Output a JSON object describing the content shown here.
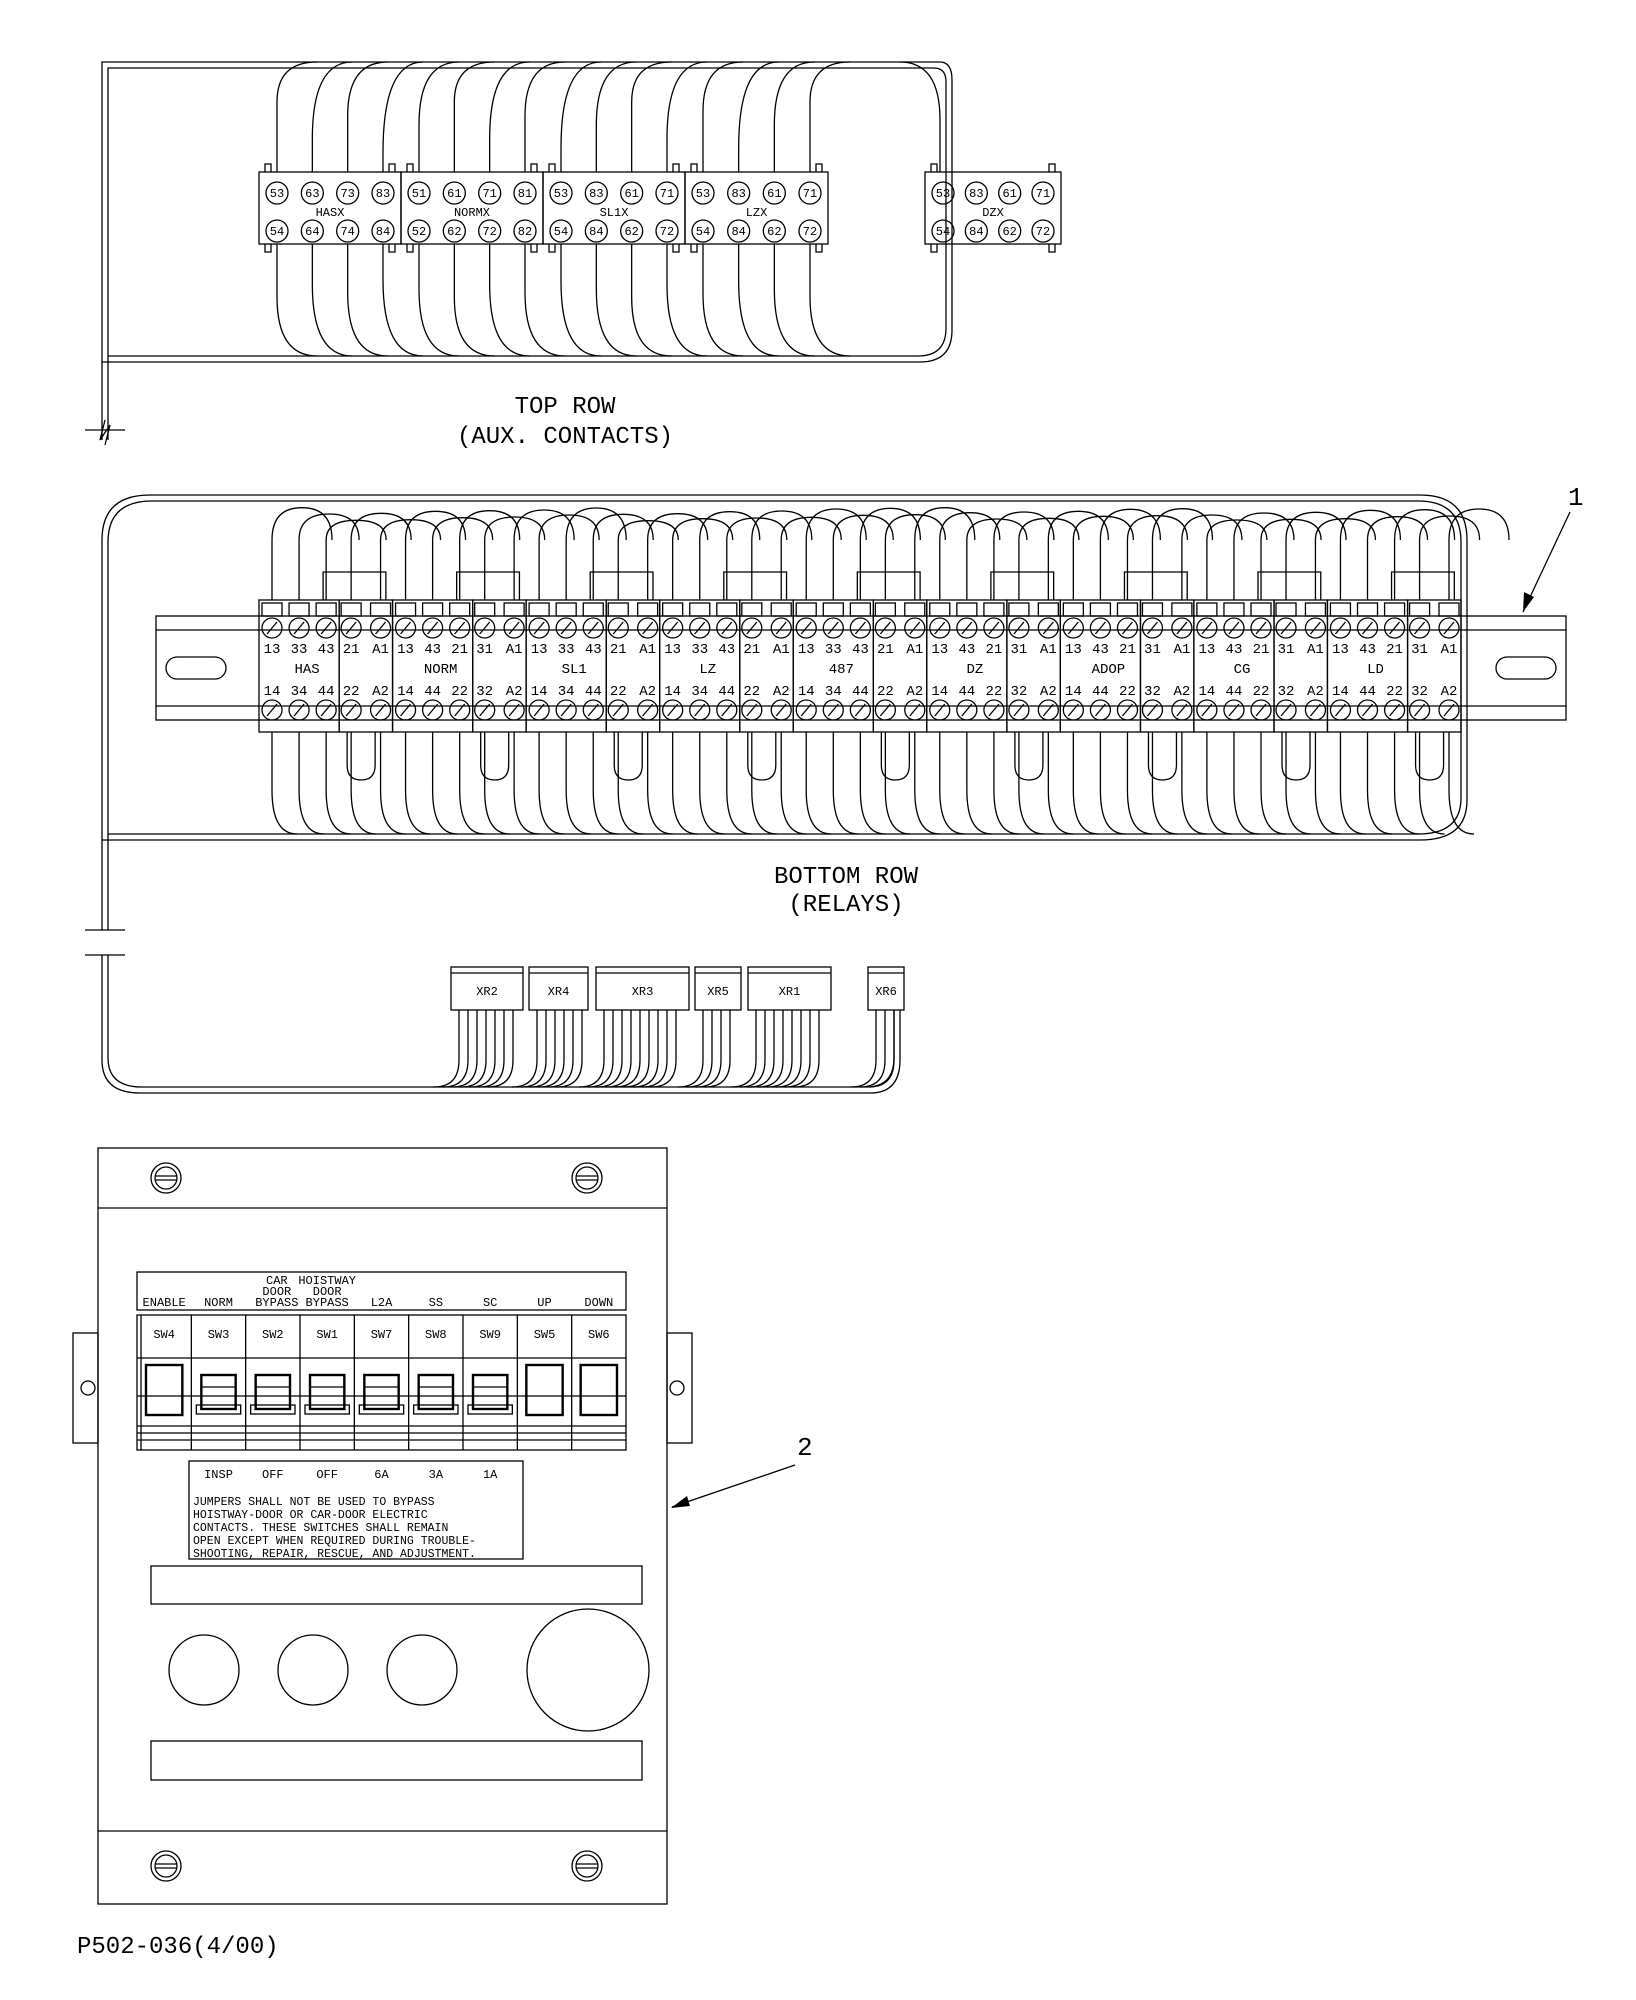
{
  "top_row": {
    "title": "TOP ROW",
    "subtitle": "(AUX. CONTACTS)",
    "blocks": [
      {
        "name": "HASX",
        "top": [
          "53",
          "63",
          "73",
          "83"
        ],
        "bottom": [
          "54",
          "64",
          "74",
          "84"
        ]
      },
      {
        "name": "NORMX",
        "top": [
          "51",
          "61",
          "71",
          "81"
        ],
        "bottom": [
          "52",
          "62",
          "72",
          "82"
        ]
      },
      {
        "name": "SL1X",
        "top": [
          "53",
          "83",
          "61",
          "71"
        ],
        "bottom": [
          "54",
          "84",
          "62",
          "72"
        ]
      },
      {
        "name": "LZX",
        "top": [
          "53",
          "83",
          "61",
          "71"
        ],
        "bottom": [
          "54",
          "84",
          "62",
          "72"
        ]
      },
      {
        "name": "DZX",
        "top": [
          "53",
          "83",
          "61",
          "71"
        ],
        "bottom": [
          "54",
          "84",
          "62",
          "72"
        ]
      }
    ]
  },
  "bottom_row": {
    "title": "BOTTOM ROW",
    "subtitle": "(RELAYS)",
    "relays": [
      {
        "name": "HAS",
        "main_top": [
          "13",
          "33",
          "43"
        ],
        "main_bottom": [
          "14",
          "34",
          "44"
        ],
        "aux_top": [
          "21",
          "A1"
        ],
        "aux_bottom": [
          "22",
          "A2"
        ]
      },
      {
        "name": "NORM",
        "main_top": [
          "13",
          "43",
          "21"
        ],
        "main_bottom": [
          "14",
          "44",
          "22"
        ],
        "aux_top": [
          "31",
          "A1"
        ],
        "aux_bottom": [
          "32",
          "A2"
        ]
      },
      {
        "name": "SL1",
        "main_top": [
          "13",
          "33",
          "43"
        ],
        "main_bottom": [
          "14",
          "34",
          "44"
        ],
        "aux_top": [
          "21",
          "A1"
        ],
        "aux_bottom": [
          "22",
          "A2"
        ]
      },
      {
        "name": "LZ",
        "main_top": [
          "13",
          "33",
          "43"
        ],
        "main_bottom": [
          "14",
          "34",
          "44"
        ],
        "aux_top": [
          "21",
          "A1"
        ],
        "aux_bottom": [
          "22",
          "A2"
        ]
      },
      {
        "name": "487",
        "main_top": [
          "13",
          "33",
          "43"
        ],
        "main_bottom": [
          "14",
          "34",
          "44"
        ],
        "aux_top": [
          "21",
          "A1"
        ],
        "aux_bottom": [
          "22",
          "A2"
        ]
      },
      {
        "name": "DZ",
        "main_top": [
          "13",
          "43",
          "21"
        ],
        "main_bottom": [
          "14",
          "44",
          "22"
        ],
        "aux_top": [
          "31",
          "A1"
        ],
        "aux_bottom": [
          "32",
          "A2"
        ]
      },
      {
        "name": "ADOP",
        "main_top": [
          "13",
          "43",
          "21"
        ],
        "main_bottom": [
          "14",
          "44",
          "22"
        ],
        "aux_top": [
          "31",
          "A1"
        ],
        "aux_bottom": [
          "32",
          "A2"
        ]
      },
      {
        "name": "CG",
        "main_top": [
          "13",
          "43",
          "21"
        ],
        "main_bottom": [
          "14",
          "44",
          "22"
        ],
        "aux_top": [
          "31",
          "A1"
        ],
        "aux_bottom": [
          "32",
          "A2"
        ]
      },
      {
        "name": "LD",
        "main_top": [
          "13",
          "43",
          "21"
        ],
        "main_bottom": [
          "14",
          "44",
          "22"
        ],
        "aux_top": [
          "31",
          "A1"
        ],
        "aux_bottom": [
          "32",
          "A2"
        ]
      }
    ]
  },
  "connectors": [
    "XR2",
    "XR4",
    "XR3",
    "XR5",
    "XR1",
    "XR6"
  ],
  "callouts": {
    "one": "1",
    "two": "2"
  },
  "panel": {
    "switch_labels": [
      {
        "lines": [
          "ENABLE"
        ]
      },
      {
        "lines": [
          "NORM"
        ]
      },
      {
        "lines": [
          "CAR",
          "DOOR",
          "BYPASS"
        ]
      },
      {
        "lines": [
          "HOISTWAY",
          "DOOR",
          "BYPASS"
        ]
      },
      {
        "lines": [
          "L2A"
        ]
      },
      {
        "lines": [
          "SS"
        ]
      },
      {
        "lines": [
          "SC"
        ]
      },
      {
        "lines": [
          "UP"
        ]
      },
      {
        "lines": [
          "DOWN"
        ]
      }
    ],
    "switches": [
      "SW4",
      "SW3",
      "SW2",
      "SW1",
      "SW7",
      "SW8",
      "SW9",
      "SW5",
      "SW6"
    ],
    "ratings": [
      "INSP",
      "OFF",
      "OFF",
      "6A",
      "3A",
      "1A"
    ],
    "warning": [
      "JUMPERS SHALL NOT BE USED TO BYPASS",
      "HOISTWAY-DOOR OR CAR-DOOR ELECTRIC",
      "CONTACTS. THESE SWITCHES SHALL REMAIN",
      "OPEN EXCEPT WHEN REQUIRED DURING TROUBLE-",
      "SHOOTING, REPAIR, RESCUE, AND ADJUSTMENT."
    ]
  },
  "footer": {
    "drawing_number": "P502-036(4/00)"
  }
}
